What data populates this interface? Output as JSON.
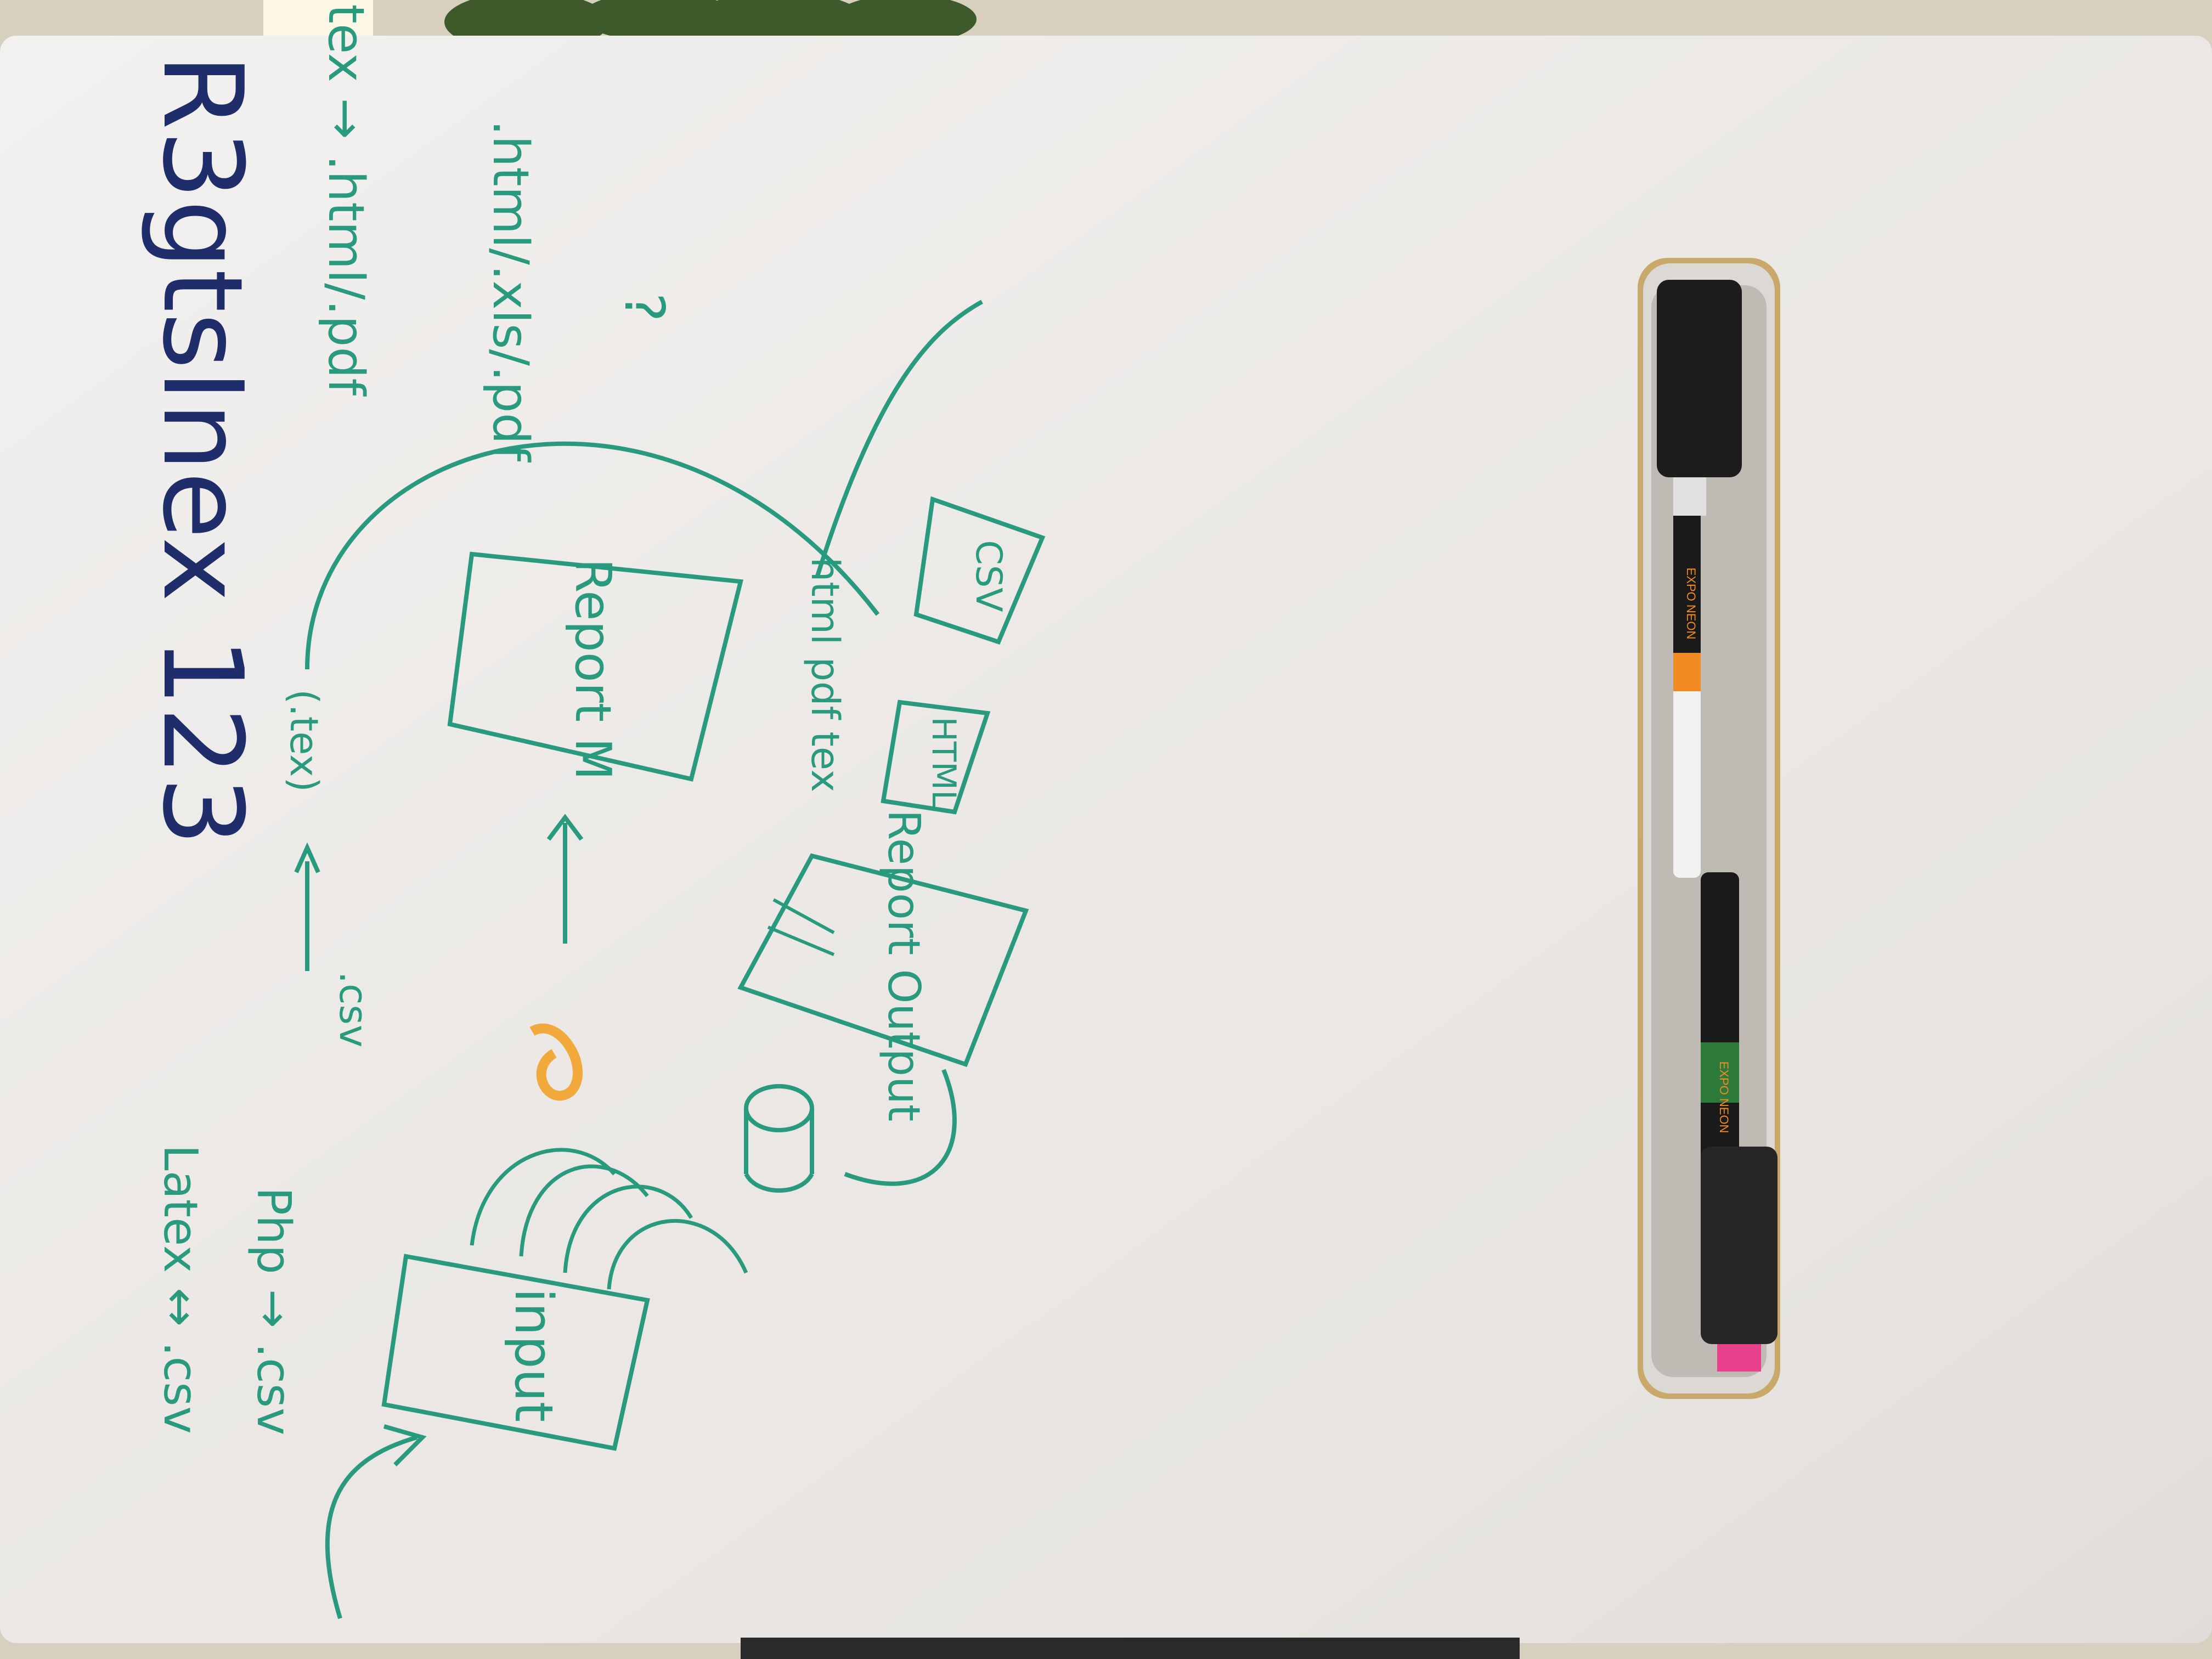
{
  "image": {
    "description_tag": "whiteboard-photo"
  },
  "whiteboard": {
    "title": "R3gtsInex 123",
    "labels": {
      "latex_csv": "Latex ↔ .csv",
      "php_csv": "Php → .csv",
      "csv_small": ".csv",
      "tex": "(.tex)",
      "report_m": "Report M",
      "tex_html_pdf": ".tex → .html/.pdf",
      "html_xls_pdf": ".html/.xls/.pdf",
      "question": "?",
      "html_pdf_list": "html pdf tex",
      "html_box": "HTML",
      "csv_box": "CSV",
      "report_output": "Report Output",
      "input": "input"
    }
  },
  "colors": {
    "board": "#e9e6e3",
    "marker_green": "#2a9a7e",
    "marker_navy": "#1f2d6b",
    "marker_orange": "#f0a93a",
    "tray": "#d9d5d0"
  },
  "tray": {
    "markers": [
      {
        "icon": "marker-black-icon",
        "brand": "EXPO NEON"
      },
      {
        "icon": "marker-white-icon",
        "brand": ""
      },
      {
        "icon": "marker-black-icon",
        "brand": "EXPO NEON"
      },
      {
        "icon": "eraser-icon",
        "brand": ""
      }
    ]
  }
}
